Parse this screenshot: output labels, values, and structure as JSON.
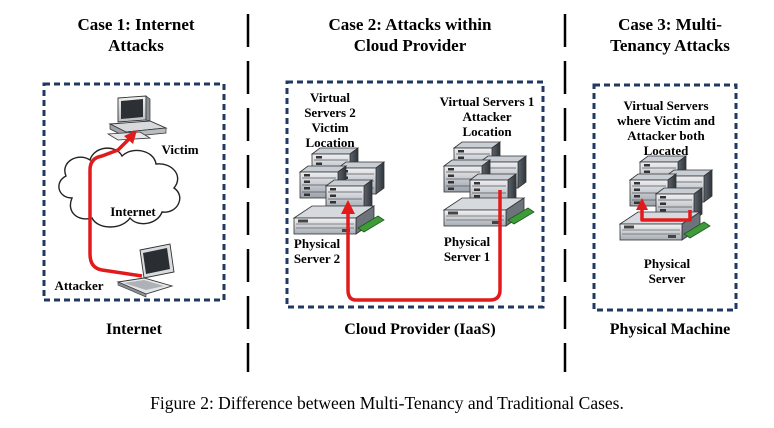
{
  "case1": {
    "heading": [
      "Case 1: Internet",
      "Attacks"
    ],
    "victim": "Victim",
    "internet": "Internet",
    "attacker": "Attacker",
    "bottom": "Internet"
  },
  "case2": {
    "heading": [
      "Case 2: Attacks within",
      "Cloud Provider"
    ],
    "vs2": [
      "Virtual",
      "Servers 2",
      "Victim",
      "Location"
    ],
    "vs1": [
      "Virtual Servers 1",
      "Attacker",
      "Location"
    ],
    "ps2": [
      "Physical",
      "Server 2"
    ],
    "ps1": [
      "Physical",
      "Server 1"
    ],
    "bottom": "Cloud Provider (IaaS)"
  },
  "case3": {
    "heading": [
      "Case 3: Multi-",
      "Tenancy Attacks"
    ],
    "vs": [
      "Virtual Servers",
      "where Victim and",
      "Attacker both",
      "Located"
    ],
    "ps": [
      "Physical",
      "Server"
    ],
    "bottom": "Physical Machine"
  },
  "caption": "Figure 2: Difference between Multi-Tenancy and Traditional Cases.",
  "colors": {
    "attack_path": "#e31a1c",
    "box_border": "#1f3864"
  }
}
